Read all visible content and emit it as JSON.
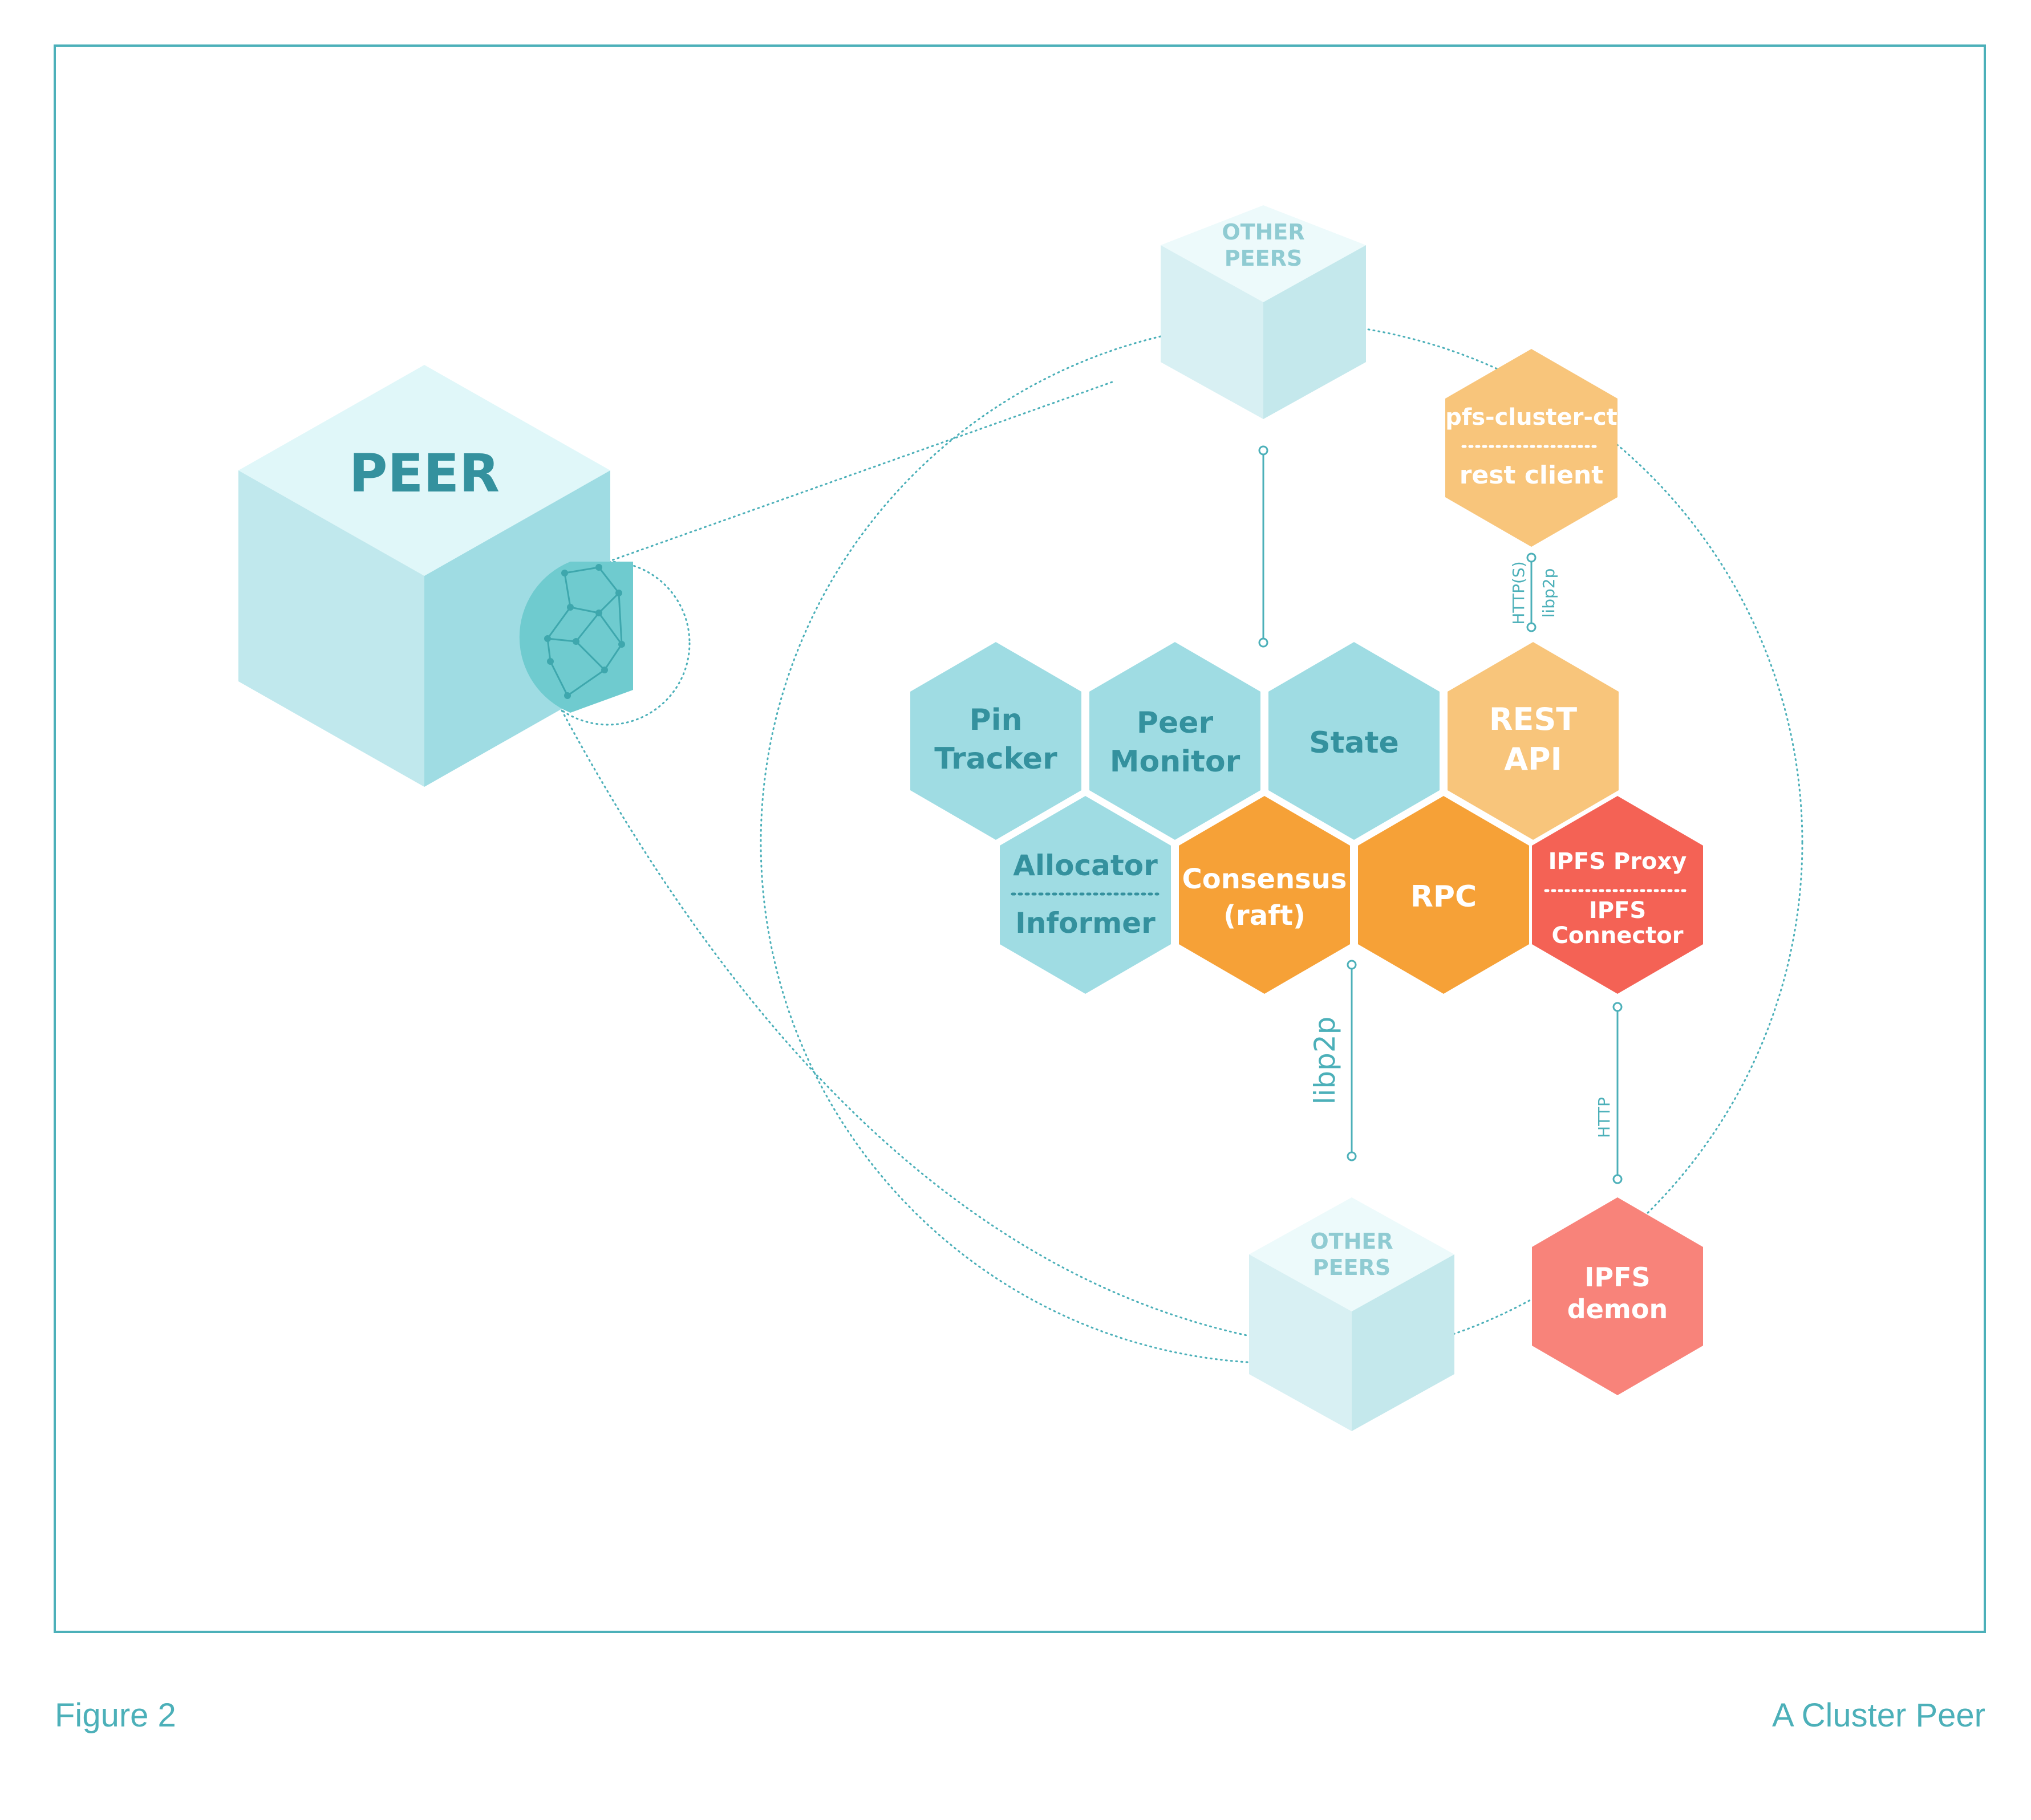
{
  "figure": {
    "number": "Figure 2",
    "title": "A Cluster Peer"
  },
  "peer": {
    "label": "PEER"
  },
  "other_peers": {
    "line1": "OTHER",
    "line2": "PEERS"
  },
  "hexagons": {
    "pin_tracker": {
      "line1": "Pin",
      "line2": "Tracker"
    },
    "peer_monitor": {
      "line1": "Peer",
      "line2": "Monitor"
    },
    "state": {
      "line1": "State"
    },
    "rest_api": {
      "line1": "REST",
      "line2": "API"
    },
    "allocator_informer": {
      "top": "Allocator",
      "bottom": "Informer"
    },
    "consensus": {
      "line1": "Consensus",
      "line2": "(raft)"
    },
    "rpc": {
      "line1": "RPC"
    },
    "ipfs_proxy_connector": {
      "top": "IPFS Proxy",
      "bottom1": "IPFS",
      "bottom2": "Connector"
    },
    "ipfs_cluster_ctl": {
      "top": "ipfs-cluster-ctl",
      "bottom": "rest client"
    },
    "ipfs_demon": {
      "line1": "IPFS",
      "line2": "demon"
    }
  },
  "connectors": {
    "rest_https": "HTTP(S)",
    "rest_libp2p": "libp2p",
    "consensus_libp2p": "libp2p",
    "ipfs_http": "HTTP"
  },
  "colors": {
    "teal": "#9fdce3",
    "teal_text": "#34919e",
    "light_orange": "#f8c57b",
    "orange": "#f6a137",
    "red": "#f46255",
    "salmon": "#f8837a",
    "border": "#4cb0b9"
  }
}
